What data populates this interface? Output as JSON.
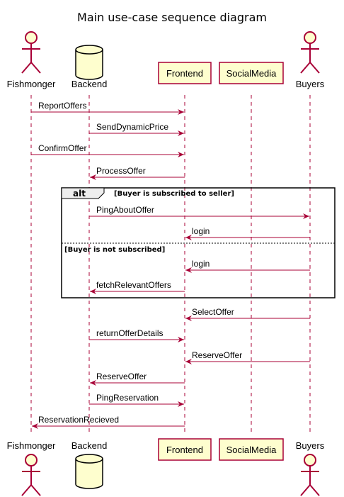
{
  "diagram": {
    "title": "Main use-case sequence diagram",
    "colors": {
      "line": "#A80036",
      "fill": "#FEFECE",
      "lifeline": "#A80036",
      "frame": "#000000"
    },
    "participants": [
      {
        "id": "fishmonger",
        "label": "Fishmonger",
        "kind": "actor"
      },
      {
        "id": "backend",
        "label": "Backend",
        "kind": "database"
      },
      {
        "id": "frontend",
        "label": "Frontend",
        "kind": "box"
      },
      {
        "id": "socialmedia",
        "label": "SocialMedia",
        "kind": "box"
      },
      {
        "id": "buyers",
        "label": "Buyers",
        "kind": "actor"
      }
    ],
    "messages": [
      {
        "from": "fishmonger",
        "to": "frontend",
        "label": "ReportOffers"
      },
      {
        "from": "backend",
        "to": "frontend",
        "label": "SendDynamicPrice"
      },
      {
        "from": "fishmonger",
        "to": "frontend",
        "label": "ConfirmOffer"
      },
      {
        "from": "frontend",
        "to": "backend",
        "label": "ProcessOffer"
      },
      {
        "from": "backend",
        "to": "buyers",
        "label": "PingAboutOffer"
      },
      {
        "from": "buyers",
        "to": "frontend",
        "label": "login"
      },
      {
        "from": "buyers",
        "to": "frontend",
        "label": "login"
      },
      {
        "from": "frontend",
        "to": "backend",
        "label": "fetchRelevantOffers"
      },
      {
        "from": "buyers",
        "to": "frontend",
        "label": "SelectOffer"
      },
      {
        "from": "backend",
        "to": "frontend",
        "label": "returnOfferDetails"
      },
      {
        "from": "buyers",
        "to": "frontend",
        "label": "ReserveOffer"
      },
      {
        "from": "frontend",
        "to": "backend",
        "label": "ReserveOffer"
      },
      {
        "from": "backend",
        "to": "frontend",
        "label": "PingReservation"
      },
      {
        "from": "frontend",
        "to": "fishmonger",
        "label": "ReservationRecieved"
      }
    ],
    "alt_fragment": {
      "keyword": "alt",
      "guard_1": "[Buyer is subscribed to seller]",
      "guard_2": "[Buyer is not subscribed]"
    }
  }
}
